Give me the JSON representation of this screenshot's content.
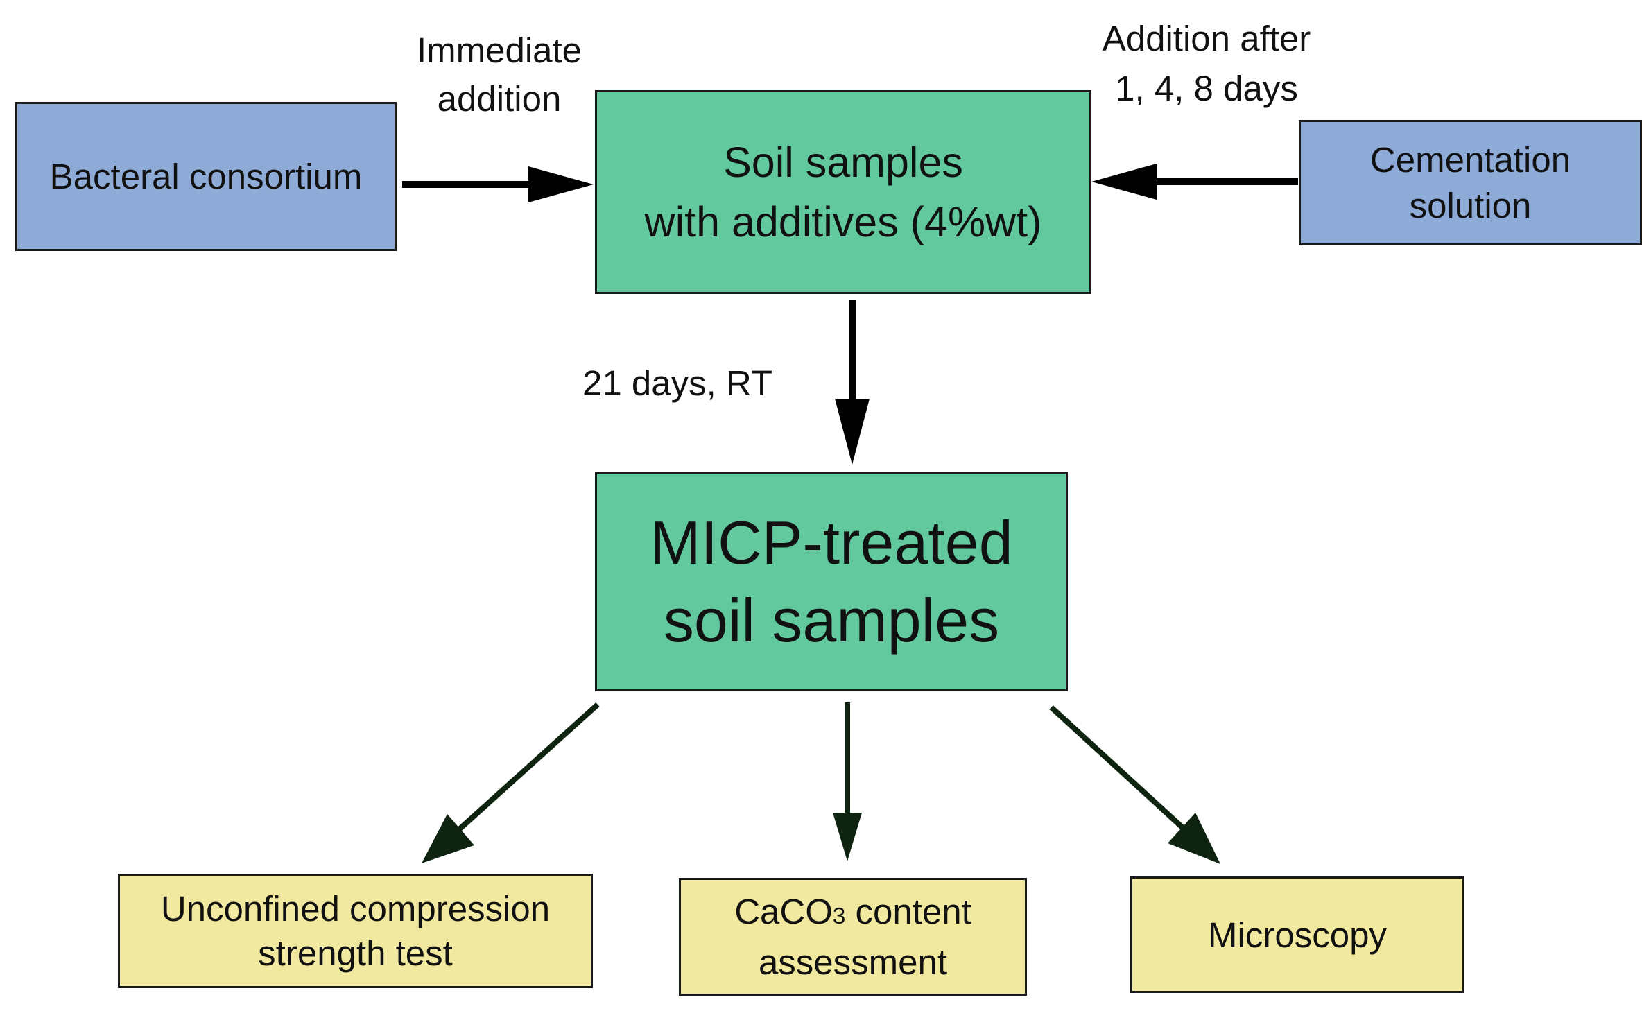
{
  "inputs": {
    "bacterial": {
      "label": "Bacteral consortium"
    },
    "cementation": {
      "lines": [
        "Cementation",
        "solution"
      ]
    }
  },
  "labels": {
    "immediate": [
      "Immediate",
      "addition"
    ],
    "addition_after": [
      "Addition after",
      "1, 4, 8 days"
    ],
    "incubation": "21 days, RT"
  },
  "soil_box": {
    "lines": [
      "Soil samples",
      "with additives (4%wt)"
    ]
  },
  "micp_box": {
    "lines": [
      "MICP-treated",
      "soil samples"
    ]
  },
  "outputs": {
    "ucs": {
      "lines": [
        "Unconfined compression",
        "strength test"
      ]
    },
    "caco3": {
      "prefix": "CaCO",
      "subscript": "3",
      "suffix": " content",
      "line2": "assessment"
    },
    "microscopy": {
      "label": "Microscopy"
    }
  },
  "colors": {
    "input_box": "#8eabd8",
    "process_box": "#61c99d",
    "output_box": "#f2e9a0",
    "arrow_dark": "#000000",
    "arrow_green": "#0f2410"
  }
}
